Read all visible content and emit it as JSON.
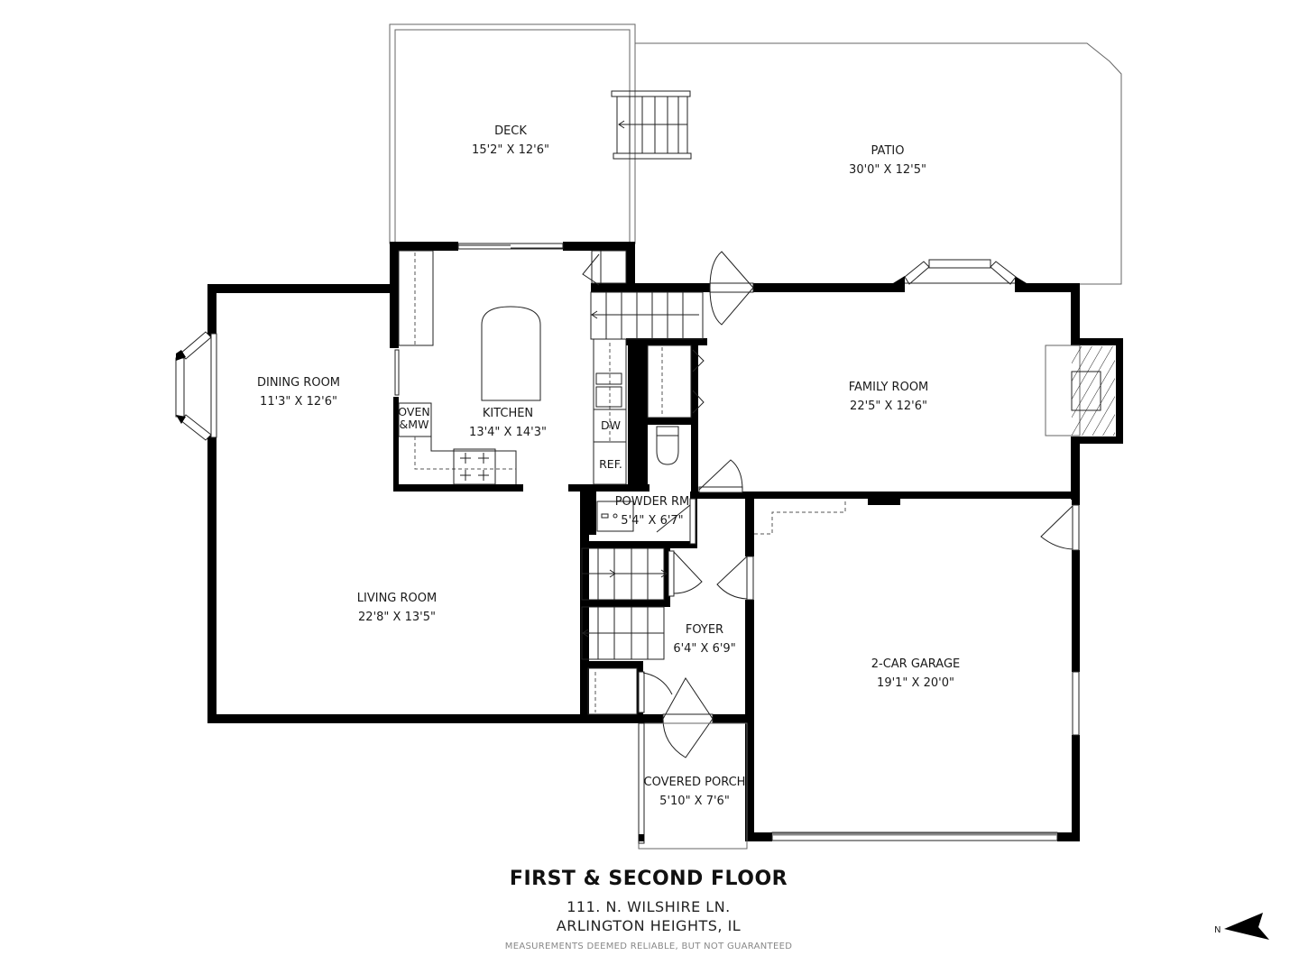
{
  "plan": {
    "title": "FIRST & SECOND FLOOR",
    "address_line1": "111. N. WILSHIRE LN.",
    "address_line2": "ARLINGTON HEIGHTS, IL",
    "disclaimer": "MEASUREMENTS DEEMED RELIABLE, BUT NOT GUARANTEED",
    "compass_label": "N"
  },
  "rooms": {
    "deck": {
      "name": "DECK",
      "dim": "15'2\" X 12'6\""
    },
    "patio": {
      "name": "PATIO",
      "dim": "30'0\" X 12'5\""
    },
    "dining": {
      "name": "DINING ROOM",
      "dim": "11'3\" X 12'6\""
    },
    "kitchen": {
      "name": "KITCHEN",
      "dim": "13'4\" X 14'3\""
    },
    "family": {
      "name": "FAMILY ROOM",
      "dim": "22'5\" X 12'6\""
    },
    "powder": {
      "name": "POWDER RM",
      "dim": "5'4\" X 6'7\""
    },
    "living": {
      "name": "LIVING ROOM",
      "dim": "22'8\" X 13'5\""
    },
    "foyer": {
      "name": "FOYER",
      "dim": "6'4\" X 6'9\""
    },
    "garage": {
      "name": "2-CAR GARAGE",
      "dim": "19'1\" X 20'0\""
    },
    "porch": {
      "name": "COVERED PORCH",
      "dim": "5'10\" X 7'6\""
    }
  },
  "fixtures": {
    "oven_line1": "OVEN",
    "oven_line2": "&MW",
    "dishwasher": "DW",
    "refrigerator": "REF."
  }
}
